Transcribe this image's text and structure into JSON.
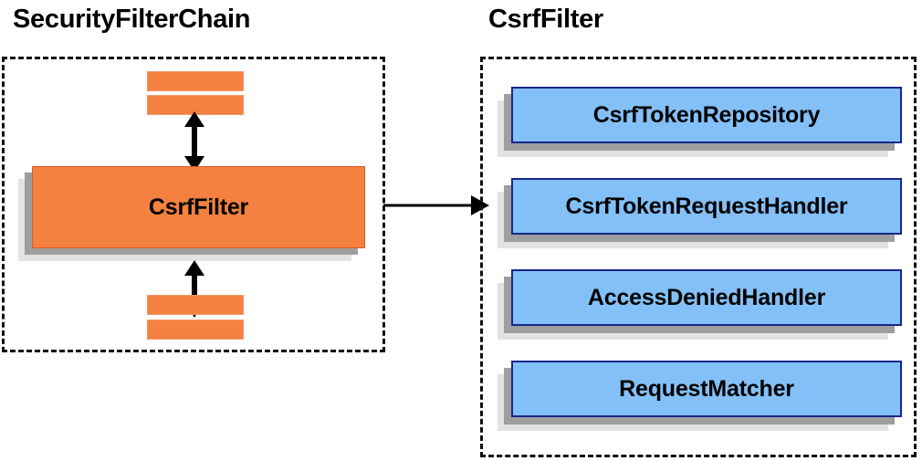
{
  "diagram": {
    "title_left": "SecurityFilterChain",
    "title_right": "CsrfFilter",
    "background": "#ffffff"
  },
  "colors": {
    "orange_fill": "#f4813f",
    "orange_border": "#de5b26",
    "blue_fill": "#83c0f7",
    "blue_border": "#16268c",
    "shadow_near": "#9e9e9e",
    "shadow_far": "#e2e2e2",
    "dashed_border": "#111111",
    "arrow": "#000000",
    "text": "#000000"
  },
  "left_panel": {
    "title": "SecurityFilterChain",
    "main_component": {
      "label": "CsrfFilter"
    },
    "filter_bars_top": [
      {
        "name": "filter-bar-top-1"
      },
      {
        "name": "filter-bar-top-2"
      }
    ],
    "filter_bars_bottom": [
      {
        "name": "filter-bar-bottom-1"
      },
      {
        "name": "filter-bar-bottom-2"
      }
    ],
    "connectors": [
      {
        "name": "double-arrow-above-csrffilter",
        "type": "double-headed-vertical"
      },
      {
        "name": "double-arrow-below-csrffilter",
        "type": "double-headed-vertical"
      }
    ]
  },
  "right_panel": {
    "title": "CsrfFilter",
    "collaborators": [
      {
        "label": "CsrfTokenRepository"
      },
      {
        "label": "CsrfTokenRequestHandler"
      },
      {
        "label": "AccessDeniedHandler"
      },
      {
        "label": "RequestMatcher"
      }
    ]
  },
  "link": {
    "name": "csrffilter-expansion-arrow",
    "type": "single-headed-horizontal"
  }
}
